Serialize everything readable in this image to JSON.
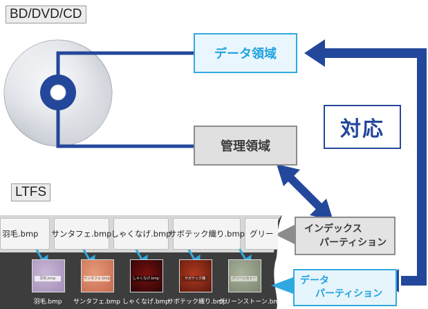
{
  "labels": {
    "media": "BD/DVD/CD",
    "ltfs": "LTFS"
  },
  "boxes": {
    "data_area": "データ領域",
    "management_area": "管理領域",
    "correspondence": "対応",
    "index_partition_line1": "インデックス",
    "index_partition_line2": "パーティション",
    "data_partition_line1": "データ",
    "data_partition_line2": "パーティション"
  },
  "index_files": [
    "羽毛.bmp",
    "サンタフェ.bmp",
    "しゃくなげ.bmp",
    "サボテック織り.bmp",
    "グリー"
  ],
  "data_files": [
    "羽毛.bmp",
    "サンタフェ.bmp",
    "しゃくなげ.bmp",
    "サボテック織り.bmp",
    "グリーンストーン.bmp"
  ],
  "thumb_labels": [
    "羽毛.bmp",
    "サンタフェ.bmp",
    "しゃくなげ.bmp",
    "サボテック織り.bmp",
    "グリーンストーン.bmp"
  ],
  "colors": {
    "navy": "#23479a",
    "cyan": "#30a9e0",
    "tape": "#3d3d3d"
  },
  "icons": [
    "disc-icon"
  ]
}
